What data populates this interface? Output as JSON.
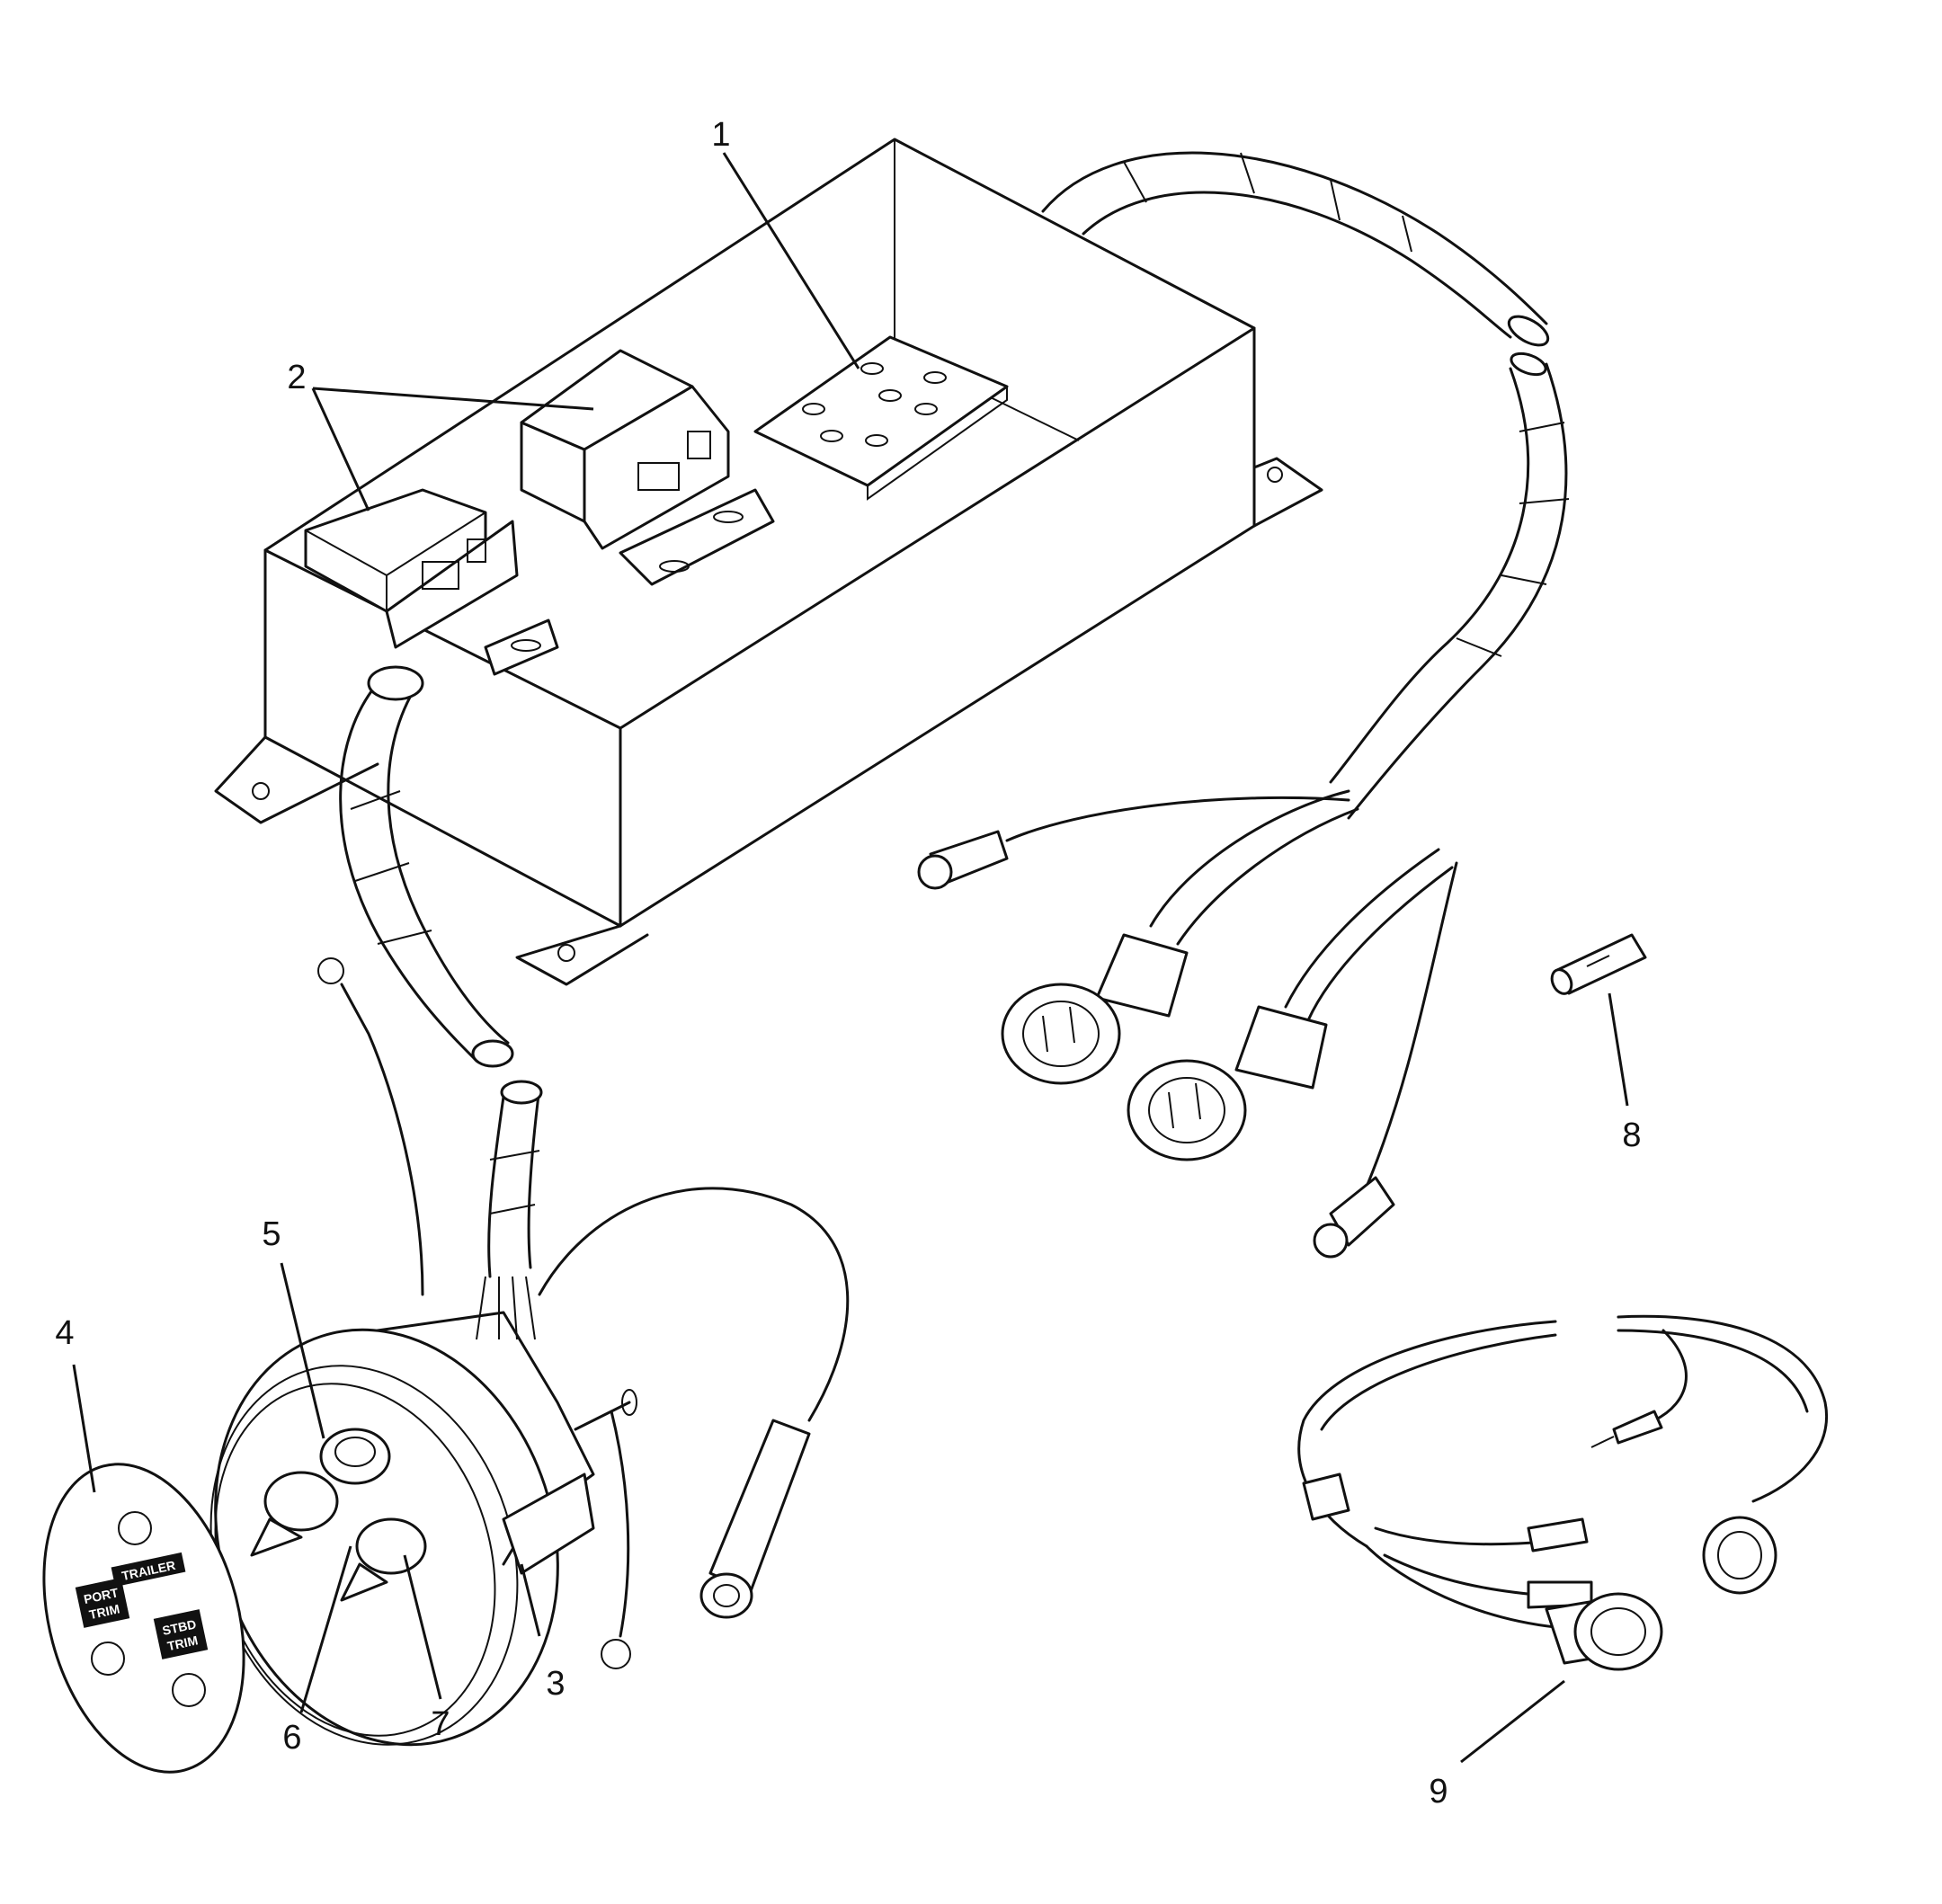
{
  "callouts": [
    {
      "id": "1",
      "label": "1"
    },
    {
      "id": "2",
      "label": "2"
    },
    {
      "id": "3",
      "label": "3"
    },
    {
      "id": "4",
      "label": "4"
    },
    {
      "id": "5",
      "label": "5"
    },
    {
      "id": "6",
      "label": "6"
    },
    {
      "id": "7",
      "label": "7"
    },
    {
      "id": "8",
      "label": "8"
    },
    {
      "id": "9",
      "label": "9"
    }
  ],
  "switch_plate": {
    "top_label": "TRAILER",
    "left_label_line1": "PORT",
    "left_label_line2": "TRIM",
    "right_label_line1": "STBD",
    "right_label_line2": "TRIM"
  },
  "colors": {
    "line": "#111111",
    "background": "#ffffff"
  }
}
